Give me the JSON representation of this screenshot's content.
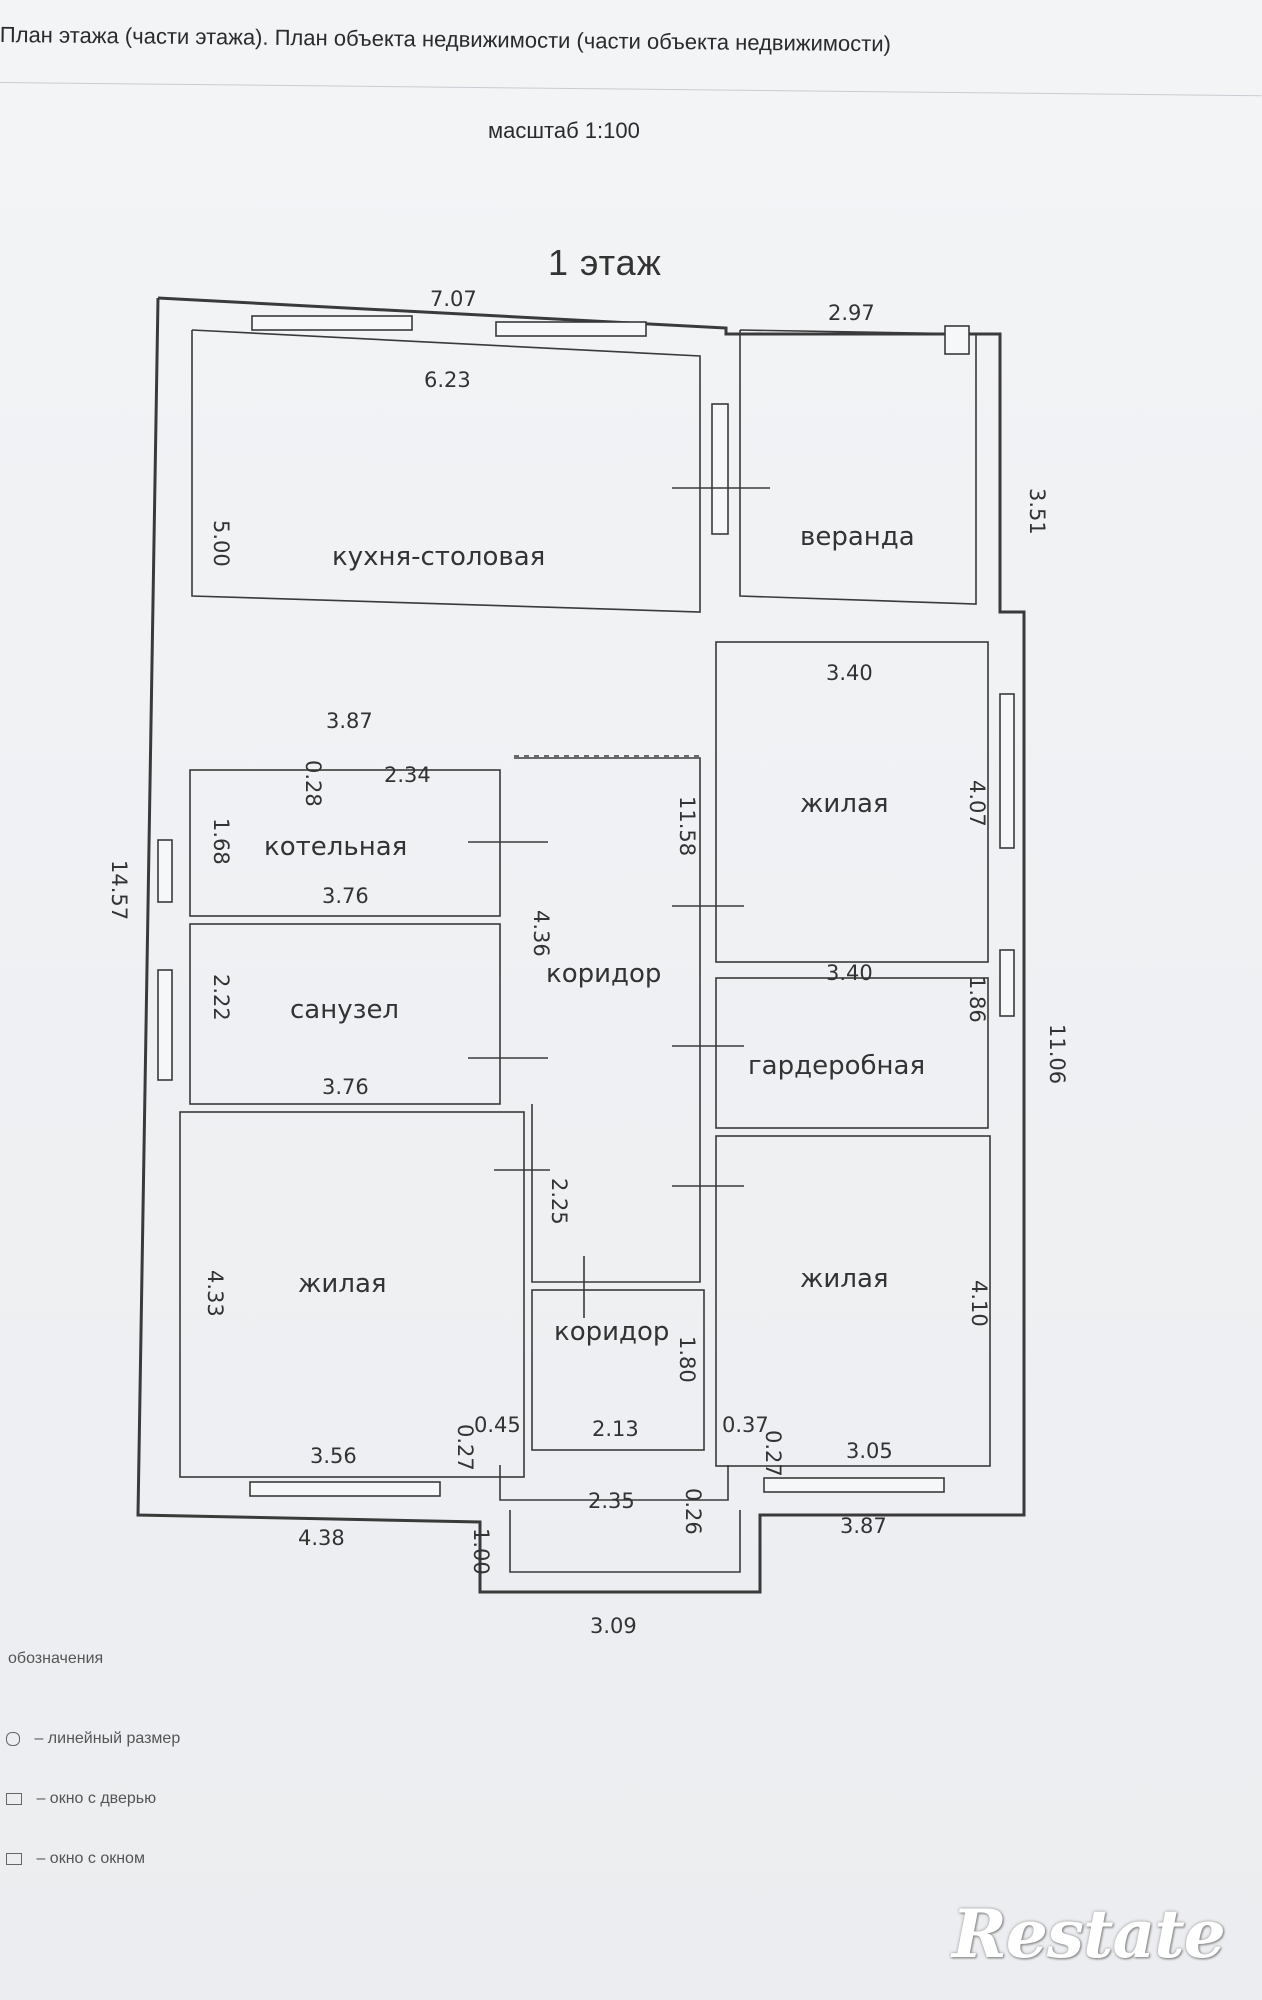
{
  "header": {
    "title": "План этажа (части этажа). План объекта недвижимости (части объекта недвижимости)"
  },
  "scale_label": "масштаб 1:100",
  "floor_label": "1 этаж",
  "rooms": [
    {
      "id": "kitchen",
      "label": "кухня-столовая"
    },
    {
      "id": "veranda",
      "label": "веранда"
    },
    {
      "id": "living_ne",
      "label": "жилая"
    },
    {
      "id": "boiler",
      "label": "котельная"
    },
    {
      "id": "corridor",
      "label": "коридор"
    },
    {
      "id": "bathroom",
      "label": "санузел"
    },
    {
      "id": "wardrobe",
      "label": "гардеробная"
    },
    {
      "id": "living_sw",
      "label": "жилая"
    },
    {
      "id": "living_se",
      "label": "жилая"
    },
    {
      "id": "corridor_small",
      "label": "коридор"
    }
  ],
  "dimensions": {
    "top_left_outer": "7.07",
    "kitchen_top": "6.23",
    "veranda_top": "2.97",
    "veranda_side": "3.51",
    "kitchen_side": "5.00",
    "kitchen_bottom": "3.87",
    "living_ne_top": "3.40",
    "living_ne_side": "4.07",
    "boiler_small": "0.28",
    "boiler_top": "2.34",
    "corridor_side": "11.58",
    "boiler_side": "1.68",
    "boiler_bottom": "3.76",
    "left_outer": "14.57",
    "corridor_width": "4.36",
    "bathroom_side": "2.22",
    "bathroom_bottom": "3.76",
    "wardrobe_top": "3.40",
    "wardrobe_side": "1.86",
    "right_outer": "11.06",
    "corridor_lower": "2.25",
    "living_sw_side": "4.33",
    "living_se_side": "4.10",
    "corridor_small_side": "1.80",
    "pos_045": "0.45",
    "pos_027_left": "0.27",
    "pos_213": "2.13",
    "pos_037": "0.37",
    "pos_027_right": "0.27",
    "living_sw_bottom": "3.56",
    "living_se_bottom": "3.05",
    "porch_top": "2.35",
    "porch_small": "0.26",
    "bottom_left": "4.38",
    "porch_side": "1.00",
    "bottom_right": "3.87",
    "porch_bottom": "3.09"
  },
  "legend": {
    "title": "обозначения",
    "items": [
      "– линейный размер",
      "– окно с дверью",
      "– окно с окном"
    ]
  },
  "watermark": {
    "text": "Restate"
  },
  "colors": {
    "paper": "#eef0f3",
    "ink": "#3a3a3a"
  }
}
